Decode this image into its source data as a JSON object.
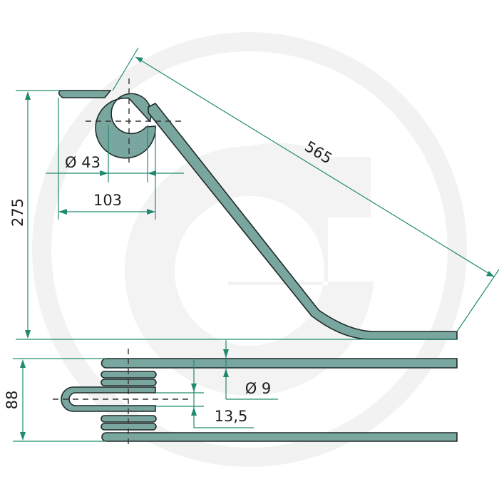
{
  "drawing": {
    "title": "Tine spring technical drawing",
    "colors": {
      "dimension_line": "#1f8a6e",
      "part_fill": "#7aa6a0",
      "part_outline": "#1e2a28",
      "watermark": "#f2f2f2",
      "text": "#1e1e1e"
    },
    "side_view": {
      "dimensions": {
        "total_height": "275",
        "tine_length": "565",
        "coil_inner_diameter": "Ø 43",
        "coil_offset": "103"
      }
    },
    "top_view": {
      "dimensions": {
        "width": "88",
        "wire_diameter": "Ø 9",
        "loop_gap": "13,5"
      }
    }
  }
}
